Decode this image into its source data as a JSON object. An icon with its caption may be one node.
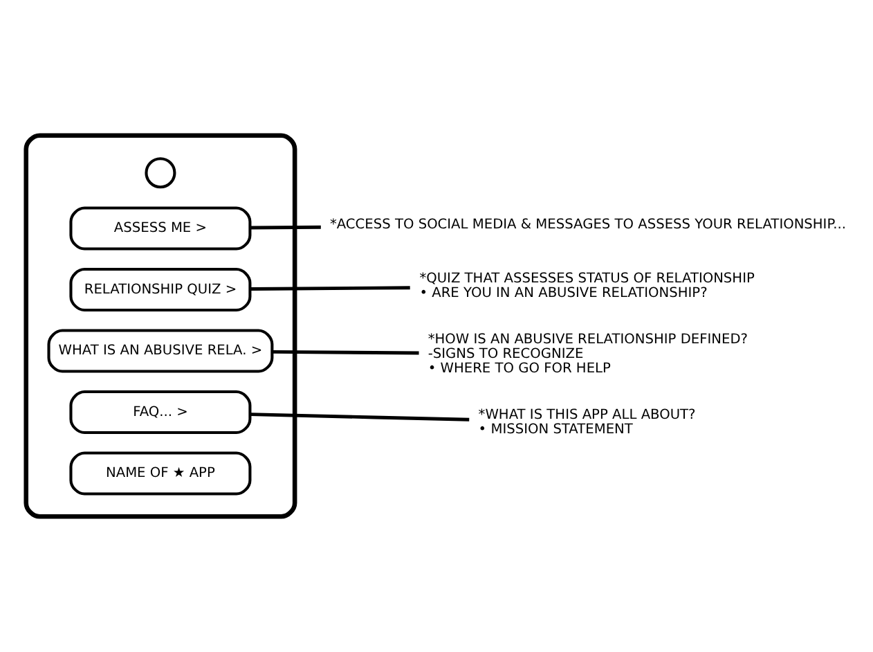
{
  "diagram": {
    "nodes": [
      {
        "text": [],
        "shape": "box"
      },
      {
        "text": [
          "NAME OF ★ APP"
        ],
        "in": 0
      },
      {
        "text": [
          "FAQ... >"
        ],
        "in": 0
      },
      {
        "text": [
          "WHAT IS AN ABUSIVE RELA. >"
        ],
        "in": 0
      },
      {
        "text": [
          "RELATIONSHIP QUIZ >"
        ],
        "in": 0
      },
      {
        "text": [
          "ASSESS ME >"
        ],
        "in": 0
      },
      {
        "text": [],
        "shape": "circle",
        "in": 0
      },
      {
        "text": [
          "*WHAT IS THIS APP ALL ABOUT?",
          "• MISSION STATEMENT"
        ]
      },
      {
        "text": [
          "*HOW IS AN ABUSIVE RELATIONSHIP DEFINED?",
          "-SIGNS TO RECOGNIZE",
          "• WHERE TO GO FOR HELP"
        ]
      },
      {
        "text": [
          "*QUIZ THAT ASSESSES STATUS OF RELATIONSHIP",
          "• ARE YOU IN AN ABUSIVE RELATIONSHIP?"
        ]
      },
      {
        "text": [
          "*ACCESS TO SOCIAL MEDIA & MESSAGES TO ASSESS YOUR RELATIONSHIP..."
        ]
      }
    ],
    "edges": [
      {
        "from": 2,
        "to": 7,
        "arrow": "none"
      },
      {
        "from": 3,
        "to": 8,
        "arrow": "none"
      },
      {
        "from": 4,
        "to": 9,
        "arrow": "none"
      },
      {
        "from": 5,
        "to": 10,
        "arrow": "none"
      }
    ]
  }
}
